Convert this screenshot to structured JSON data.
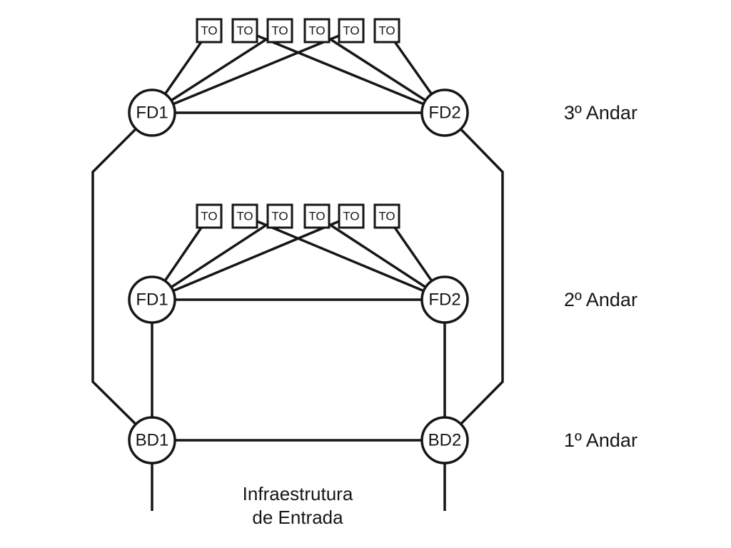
{
  "colors": {
    "line": "#161616",
    "background": "#ffffff",
    "node_fill": "#ffffff"
  },
  "caption": {
    "line1": "Infraestrutura",
    "line2": "de Entrada"
  },
  "floors": [
    {
      "label": "3º Andar",
      "left_node": "FD1",
      "right_node": "FD2",
      "outlets": [
        "TO",
        "TO",
        "TO",
        "TO",
        "TO",
        "TO"
      ]
    },
    {
      "label": "2º Andar",
      "left_node": "FD1",
      "right_node": "FD2",
      "outlets": [
        "TO",
        "TO",
        "TO",
        "TO",
        "TO",
        "TO"
      ]
    },
    {
      "label": "1º Andar",
      "left_node": "BD1",
      "right_node": "BD2",
      "outlets": []
    }
  ],
  "links": {
    "outlet_pattern_per_floor": [
      "TO1-FD1",
      "TO2-FD2",
      "TO3-FD1",
      "TO4-FD2",
      "TO5-FD1",
      "TO6-FD2"
    ],
    "horizontal": [
      "FD1-FD2 (3º Andar)",
      "FD1-FD2 (2º Andar)",
      "BD1-BD2 (1º Andar)"
    ],
    "backbone": [
      "FD1(3º)-BD1",
      "FD2(3º)-BD2",
      "FD1(2º)-BD1",
      "FD2(2º)-BD2",
      "BD1-entrada",
      "BD2-entrada"
    ]
  }
}
